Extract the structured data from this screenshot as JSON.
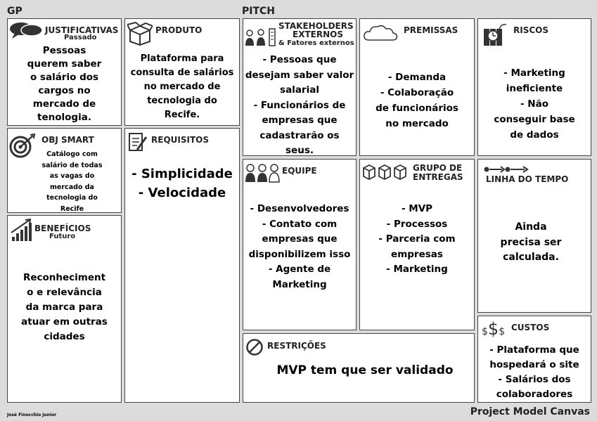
{
  "headers": {
    "gp": "GP",
    "pitch": "PITCH"
  },
  "justificativas": {
    "title": "JUSTIFICATIVAS",
    "subtitle": "Passado",
    "lines": [
      "Pessoas",
      "querem saber",
      "o salário dos",
      "cargos no",
      "mercado de",
      "tenologia."
    ]
  },
  "produto": {
    "title": "PRODUTO",
    "lines": [
      "Plataforma para",
      "consulta de salários",
      "no mercado de",
      "tecnologia do",
      "Recife."
    ]
  },
  "stakeholders": {
    "title_line1": "STAKEHOLDERS",
    "title_line2": "EXTERNOS",
    "subtitle": "& Fatores externos",
    "lines": [
      "- Pessoas que",
      "desejam saber valor",
      "salarial",
      "- Funcionários de",
      "empresas que",
      "cadastrarão os",
      "seus."
    ]
  },
  "premissas": {
    "title": "PREMISSAS",
    "lines": [
      "- Demanda",
      "- Colaboração",
      "de funcionários",
      "no mercado"
    ]
  },
  "riscos": {
    "title": "RISCOS",
    "lines": [
      "- Marketing",
      "ineficiente",
      "- Não",
      "conseguir base",
      "de dados"
    ]
  },
  "obj_smart": {
    "title": "OBJ SMART",
    "lines": [
      "Catálogo com",
      "salário de todas",
      "as vagas do",
      "mercado da",
      "tecnologia do",
      "Recife"
    ]
  },
  "requisitos": {
    "title": "REQUISITOS",
    "lines": [
      "- Simplicidade",
      "- Velocidade"
    ]
  },
  "equipe": {
    "title": "EQUIPE",
    "lines": [
      "- Desenvolvedores",
      "- Contato com",
      "empresas que",
      "disponibilizem isso",
      "- Agente de",
      "Marketing"
    ]
  },
  "grupo_entregas": {
    "title_line1": "GRUPO DE",
    "title_line2": "ENTREGAS",
    "lines": [
      "- MVP",
      "- Processos",
      "- Parceria com",
      "empresas",
      "- Marketing"
    ]
  },
  "linha_tempo": {
    "title": "LINHA DO TEMPO",
    "lines": [
      "Ainda",
      "precisa ser",
      "calculada."
    ]
  },
  "beneficios": {
    "title": "BENEFÍCIOS",
    "subtitle": "Futuro",
    "lines": [
      "Reconheciment",
      "o e relevância",
      "da marca para",
      "atuar em outras",
      "cidades"
    ]
  },
  "restricoes": {
    "title": "RESTRIÇÕES",
    "lines": [
      "MVP tem que ser validado"
    ]
  },
  "custos": {
    "title": "CUSTOS",
    "lines": [
      "- Plataforma que",
      "hospedará o site",
      "- Salários dos",
      "colaboradores"
    ]
  },
  "footer": {
    "author": "José Finocchio Junior",
    "brand": "Project Model Canvas"
  }
}
